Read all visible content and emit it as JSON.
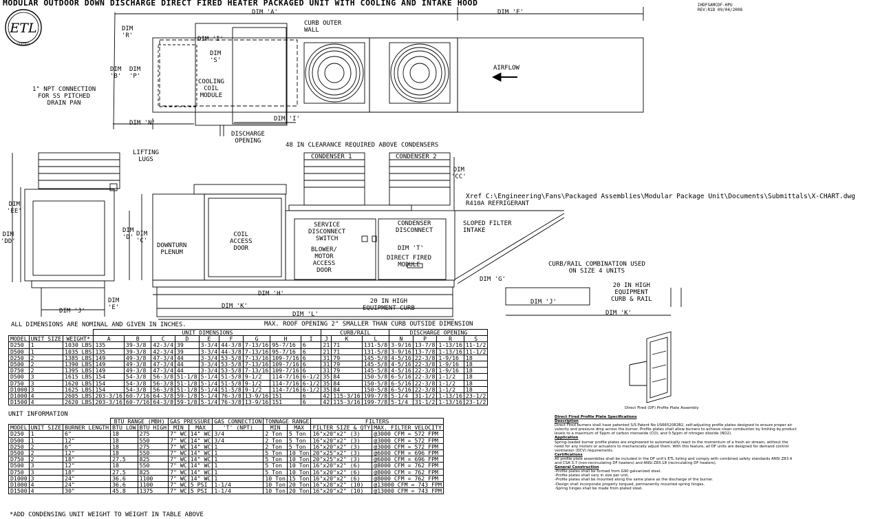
{
  "title": "MODULAR OUTDOOR DOWN DISCHARGE DIRECT FIRED HEATER PACKAGED UNIT WITH COOLING AND INTAKE HOOD",
  "drawing_no": "IHDFSAMCDF-HPU",
  "rev": "REV:R1D   09/04/2008",
  "logo_text": "ETL",
  "logo_sub": "LISTED",
  "top_view": {
    "dim_a": "DIM 'A'",
    "dim_f": "DIM 'F'",
    "dim_r": "DIM\n'R'",
    "dim_i_top": "DIM 'I'",
    "curb_outer_wall": "CURB OUTER\nWALL",
    "dim_s": "DIM\n'S'",
    "dim_b": "DIM\n'B'",
    "dim_p": "DIM\n'P'",
    "cooling_coil": "COOLING\nCOIL\nMODULE",
    "airflow": "AIRFLOW",
    "npt": "1\" NPT CONNECTION\nFOR SS PITCHED\nDRAIN PAN",
    "dim_n": "DIM 'N'",
    "dim_i_bot": "DIM 'I'",
    "discharge": "DISCHARGE\nOPENING"
  },
  "side_view": {
    "lifting_lugs": "LIFTING\nLUGS",
    "clearance": "48 IN CLEARANCE REQUIRED ABOVE CONDENSERS",
    "condenser1": "CONDENSER 1",
    "condenser2": "CONDENSER 2",
    "dim_cc": "DIM\n'CC'",
    "xref": "Xref C:\\Engineering\\Fans\\Packaged Assemblies\\Modular Package Unit\\Documents\\Submittals\\X-CHART.dwg",
    "refrigerant": "R410A REFRIGERANT",
    "dim_ee": "DIM\n'EE'",
    "dim_dd": "DIM\n'DD'",
    "dim_d": "DIM\n'D'",
    "dim_c": "DIM\n'C'",
    "downturn": "DOWNTURN\nPLENUM",
    "coil_access": "COIL\nACCESS\nDOOR",
    "service": "SERVICE\nDISCONNECT\nSWITCH",
    "blower": "BLOWER/\nMOTOR\nACCESS\nDOOR",
    "condenser_disc": "CONDENSER\nDISCONNECT",
    "dim_t": "DIM 'T'",
    "df_module": "DIRECT FIRED\nMODULE",
    "sloped": "SLOPED FILTER\nINTAKE",
    "dim_g": "DIM 'G'",
    "curb_rail_combo": "CURB/RAIL COMBINATION USED\nON SIZE 4 UNITS",
    "equip_curb_rail": "20 IN HIGH\nEQUIPMENT\nCURB & RAIL",
    "dim_j_right": "DIM 'J'",
    "dim_k_right": "DIM 'K'",
    "dim_h": "DIM 'H'",
    "dim_k": "DIM 'K'",
    "dim_l": "DIM 'L'",
    "equip_curb": "20 IN HIGH\nEQUIPMENT CURB",
    "dim_e": "DIM\n'E'",
    "dim_j": "DIM 'J'"
  },
  "table1": {
    "note": "ALL DIMENSIONS ARE NOMINAL AND GIVEN IN INCHES.",
    "roof_note": "MAX. ROOF OPENING 2\" SMALLER THAN CURB OUTSIDE DIMENSION",
    "group_headers": [
      "UNIT DIMENSIONS",
      "CURB/RAIL",
      "DISCHARGE OPENING"
    ],
    "columns": [
      "MODEL",
      "UNIT SIZE",
      "WEIGHT*",
      "A",
      "B",
      "C",
      "D",
      "E",
      "F",
      "G",
      "H",
      "I",
      "J",
      "K",
      "L",
      "N",
      "P",
      "R",
      "S"
    ],
    "rows": [
      [
        "D250",
        "1",
        "1030 LBS",
        "135",
        "39-3/8",
        "42-3/4",
        "39",
        "3-3/4",
        "44-3/8",
        "7-13/16",
        "95-7/16",
        "6",
        "21",
        "71",
        "131-5/8",
        "3-9/16",
        "13-7/8",
        "1-13/16",
        "11-1/2"
      ],
      [
        "D500",
        "1",
        "1035 LBS",
        "135",
        "39-3/8",
        "42-3/4",
        "39",
        "3-3/4",
        "44-3/8",
        "7-13/16",
        "95-7/16",
        "6",
        "21",
        "71",
        "131-5/8",
        "3-9/16",
        "13-7/8",
        "1-13/16",
        "11-1/2"
      ],
      [
        "D250",
        "2",
        "1385 LBS",
        "149",
        "49-3/8",
        "47-3/4",
        "44",
        "3-3/4",
        "53-5/8",
        "7-13/16",
        "109-7/16",
        "6",
        "31",
        "79",
        "145-5/8",
        "4-5/16",
        "22-3/8",
        "1-9/16",
        "18"
      ],
      [
        "D500",
        "2",
        "1390 LBS",
        "149",
        "49-3/8",
        "47-3/4",
        "44",
        "3-3/4",
        "53-5/8",
        "7-13/16",
        "109-7/16",
        "6",
        "31",
        "79",
        "145-5/8",
        "4-5/16",
        "22-3/8",
        "1-9/16",
        "18"
      ],
      [
        "D750",
        "2",
        "1395 LBS",
        "149",
        "49-3/8",
        "47-3/4",
        "44",
        "3-3/4",
        "53-5/8",
        "7-13/16",
        "109-7/16",
        "6",
        "31",
        "79",
        "145-5/8",
        "4-5/16",
        "22-3/8",
        "1-9/16",
        "18"
      ],
      [
        "D500",
        "3",
        "1615 LBS",
        "154",
        "54-3/8",
        "56-3/8",
        "51-1/8",
        "5-1/4",
        "51-5/8",
        "9-1/2",
        "114-7/16",
        "6-1/2",
        "35",
        "84",
        "150-5/8",
        "6-5/16",
        "22-3/8",
        "1-1/2",
        "18"
      ],
      [
        "D750",
        "3",
        "1620 LBS",
        "154",
        "54-3/8",
        "56-3/8",
        "51-1/8",
        "5-1/4",
        "51-5/8",
        "9-1/2",
        "114-7/16",
        "6-1/2",
        "35",
        "84",
        "150-5/8",
        "6-5/16",
        "22-3/8",
        "1-1/2",
        "18"
      ],
      [
        "D1000",
        "3",
        "1625 LBS",
        "154",
        "54-3/8",
        "56-3/8",
        "51-1/8",
        "5-1/4",
        "51-5/8",
        "9-1/2",
        "114-7/16",
        "6-1/2",
        "35",
        "84",
        "150-5/8",
        "6-5/16",
        "22-3/8",
        "1-1/2",
        "18"
      ],
      [
        "D1000",
        "4",
        "2605 LBS",
        "203-3/16",
        "60-7/16",
        "64-3/8",
        "59-1/8",
        "5-1/4",
        "76-3/8",
        "13-9/16",
        "151",
        "6",
        "42",
        "115-3/16",
        "199-7/8",
        "5-1/4",
        "31-1/2",
        "1-13/16",
        "23-1/2"
      ],
      [
        "D1500",
        "4",
        "2620 LBS",
        "203-3/16",
        "60-7/16",
        "64-3/8",
        "59-1/8",
        "5-1/4",
        "76-3/8",
        "13-9/16",
        "151",
        "6",
        "42",
        "115-3/16",
        "199-7/8",
        "5-1/4",
        "31-1/2",
        "1-13/16",
        "23-1/2"
      ]
    ]
  },
  "table2": {
    "caption": "UNIT INFORMATION",
    "group_headers": [
      "BTU RANGE (MBH)",
      "GAS PRESSURE",
      "GAS CONNECTION",
      "TONNAGE RANGE",
      "FILTERS"
    ],
    "columns": [
      "MODEL",
      "UNIT SIZE",
      "BURNER LENGTH",
      "BTU LOW",
      "BTU HIGH",
      "MIN",
      "MAX",
      "'T' (NPT)",
      "MIN",
      "MAX",
      "FILTER SIZE & QTY",
      "MAX. FILTER VELOCITY"
    ],
    "rows": [
      [
        "D250",
        "1",
        "6\"",
        "18",
        "275",
        "7\" WC",
        "14\" WC",
        "3/4",
        "2 Ton",
        "5 Ton",
        "16\"x20\"x2\" (3)",
        "@3000 CFM = 572 FPM"
      ],
      [
        "D500",
        "1",
        "12\"",
        "18",
        "550",
        "7\" WC",
        "14\" WC",
        "3/4",
        "2 Ton",
        "5 Ton",
        "16\"x20\"x2\" (3)",
        "@3000 CFM = 572 FPM"
      ],
      [
        "D250",
        "2",
        "6\"",
        "18",
        "275",
        "7\" WC",
        "14\" WC",
        "1",
        "2 Ton",
        "5 Ton",
        "16\"x20\"x2\" (3)",
        "@3000 CFM = 572 FPM"
      ],
      [
        "D500",
        "2",
        "12\"",
        "18",
        "550",
        "7\" WC",
        "14\" WC",
        "1",
        "5 Ton",
        "10 Ton",
        "20\"x25\"x2\" (3)",
        "@6000 CFM = 696 FPM"
      ],
      [
        "D750",
        "2",
        "18\"",
        "27.5",
        "825",
        "7\" WC",
        "14\" WC",
        "1",
        "5 Ton",
        "10 Ton",
        "20\"x25\"x2\" (3)",
        "@6000 CFM = 696 FPM"
      ],
      [
        "D500",
        "3",
        "12\"",
        "18",
        "550",
        "7\" WC",
        "14\" WC",
        "1",
        "5 Ton",
        "10 Ton",
        "16\"x20\"x2\" (6)",
        "@8000 CFM = 762 FPM"
      ],
      [
        "D750",
        "3",
        "18\"",
        "27.5",
        "825",
        "7\" WC",
        "14\" WC",
        "1",
        "5 Ton",
        "10 Ton",
        "16\"x20\"x2\" (6)",
        "@8000 CFM = 762 FPM"
      ],
      [
        "D1000",
        "3",
        "24\"",
        "36.6",
        "1100",
        "7\" WC",
        "14\" WC",
        "1",
        "10 Ton",
        "15 Ton",
        "16\"x20\"x2\" (6)",
        "@8000 CFM = 762 FPM"
      ],
      [
        "D1000",
        "4",
        "24\"",
        "36.6",
        "1100",
        "7\" WC",
        "5 PSI",
        "1-1/4",
        "10 Ton",
        "20 Ton",
        "16\"x20\"x2\" (10)",
        "@13000 CFM = 743 FPM"
      ],
      [
        "D1500",
        "4",
        "30\"",
        "45.8",
        "1375",
        "7\" WC",
        "5 PSI",
        "1-1/4",
        "10 Ton",
        "20 Ton",
        "16\"x20\"x2\" (10)",
        "@13000 CFM = 743 FPM"
      ]
    ]
  },
  "footnote": "*ADD CONDENSING UNIT WEIGHT TO WEIGHT IN TABLE ABOVE",
  "profile_caption": "Direct Fired (DF) Profile Plate Assembly",
  "notes": {
    "heading": "Direct Fired Profile Plate Specifications",
    "sections": [
      {
        "title": "Description",
        "text": "Direct Fired burners shall have patented S/S Patent No US6652082B2, self-adjusting profile plates designed to ensure proper air velocity and pressure drop across the burner. Profile plates shall allow burners to achieve clean combustion by limiting by-product levels to a maximum of 5ppm of carbon monoxide (CO), and 0.5ppm of nitrogen dioxide (NO2)."
      },
      {
        "title": "Application",
        "text": "Spring-loaded burner profile plates are engineered to automatically react to the momentum of a fresh air stream, without the need for any motors or actuators to mechanically adjust them. With this feature, all DF units are designed for demand control ventilation (DCV) requirements."
      },
      {
        "title": "Certifications",
        "text": "All profile plate assemblies shall be included in the DF unit's ETL listing and comply with combined safety standards ANSI Z83.4 and CSA 3.7 (non-recirculating DF heaters) and ANSI Z83.18 (recirculating DF heaters)."
      },
      {
        "title": "General Construction",
        "text": "-Profile plates shall be formed from G90 galvanized steel.\n-Profile plates shall vary in size per unit.\n-Profile plates shall be mounted along the same plane as the discharge of the burner.\n-Design shall incorporate properly torqued, permanently mounted spring hinges.\n-Spring hinges shall be made from plated steel."
      }
    ]
  }
}
